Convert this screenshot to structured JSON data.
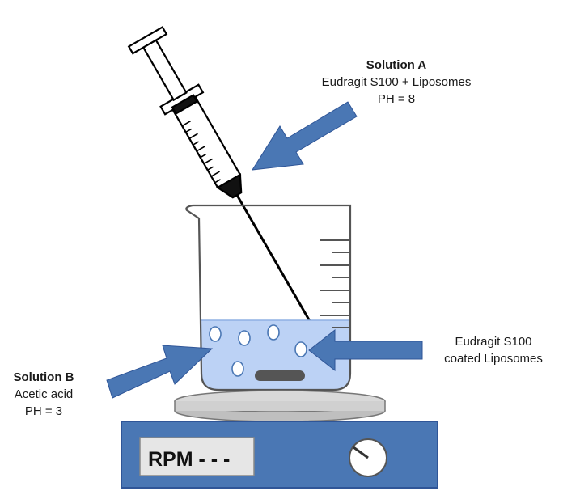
{
  "solution_a": {
    "title": "Solution A",
    "line1": "Eudragit S100 + Liposomes",
    "line2": "PH = 8"
  },
  "solution_b": {
    "title": "Solution B",
    "line1": "Acetic acid",
    "line2": "PH = 3"
  },
  "coated": {
    "line1": "Eudragit S100",
    "line2": "coated Liposomes"
  },
  "stirrer": {
    "display": "RPM - - -"
  },
  "colors": {
    "arrow": "#4a77b4",
    "liquid": "#bcd2f5",
    "stirrer_body": "#4a77b4",
    "display_bg": "#e6e6e6",
    "plate": "#d9d9d9"
  }
}
